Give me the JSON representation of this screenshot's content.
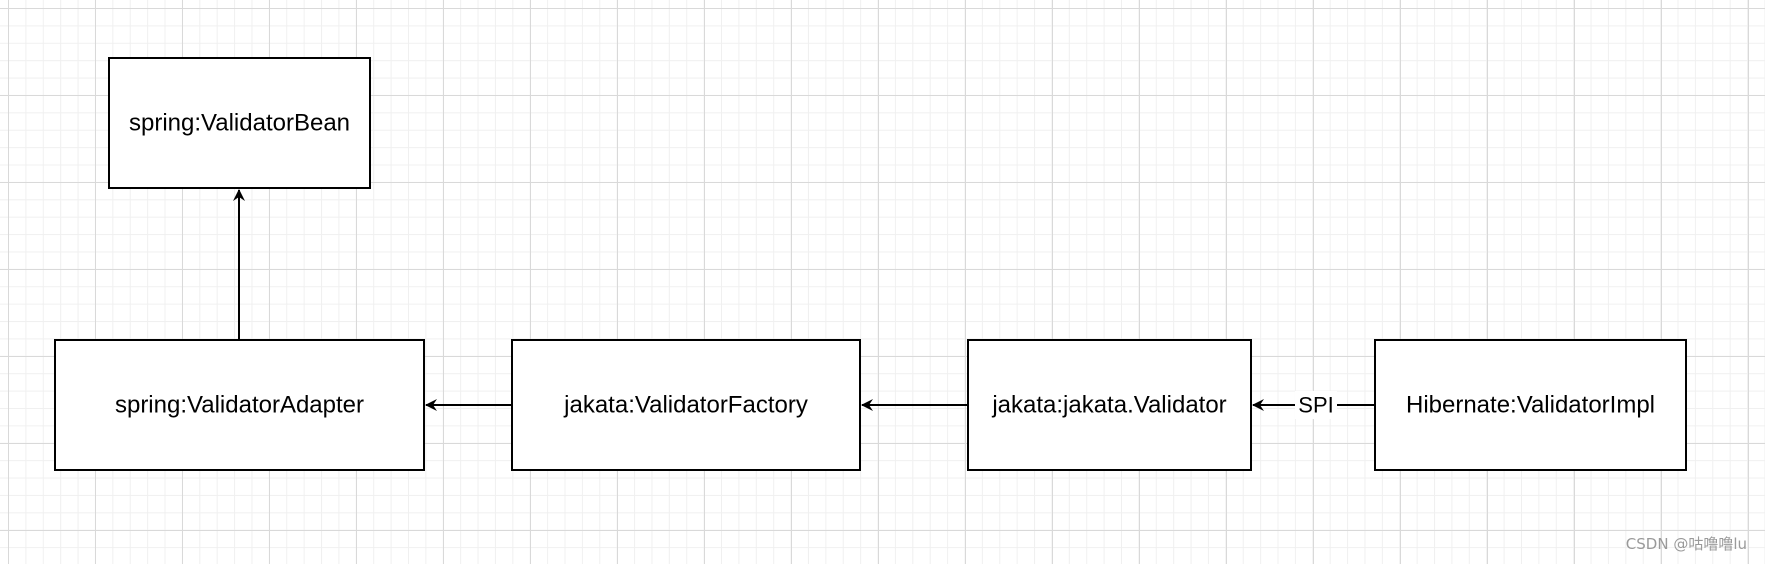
{
  "nodes": [
    {
      "id": "validator-bean",
      "label": "spring:ValidatorBean"
    },
    {
      "id": "validator-adapter",
      "label": "spring:ValidatorAdapter"
    },
    {
      "id": "validator-factory",
      "label": "jakata:ValidatorFactory"
    },
    {
      "id": "jakata-validator",
      "label": "jakata:jakata.Validator"
    },
    {
      "id": "hibernate-impl",
      "label": "Hibernate:ValidatorImpl"
    }
  ],
  "edges": [
    {
      "from": "validator-adapter",
      "to": "validator-bean",
      "label": ""
    },
    {
      "from": "validator-factory",
      "to": "validator-adapter",
      "label": ""
    },
    {
      "from": "jakata-validator",
      "to": "validator-factory",
      "label": ""
    },
    {
      "from": "hibernate-impl",
      "to": "jakata-validator",
      "label": "SPI"
    }
  ],
  "watermark": "CSDN @咕噜噜lu",
  "colors": {
    "stroke": "#000000",
    "fill": "#ffffff",
    "grid": "#d9d9d9",
    "watermark": "#9a9a9a"
  }
}
